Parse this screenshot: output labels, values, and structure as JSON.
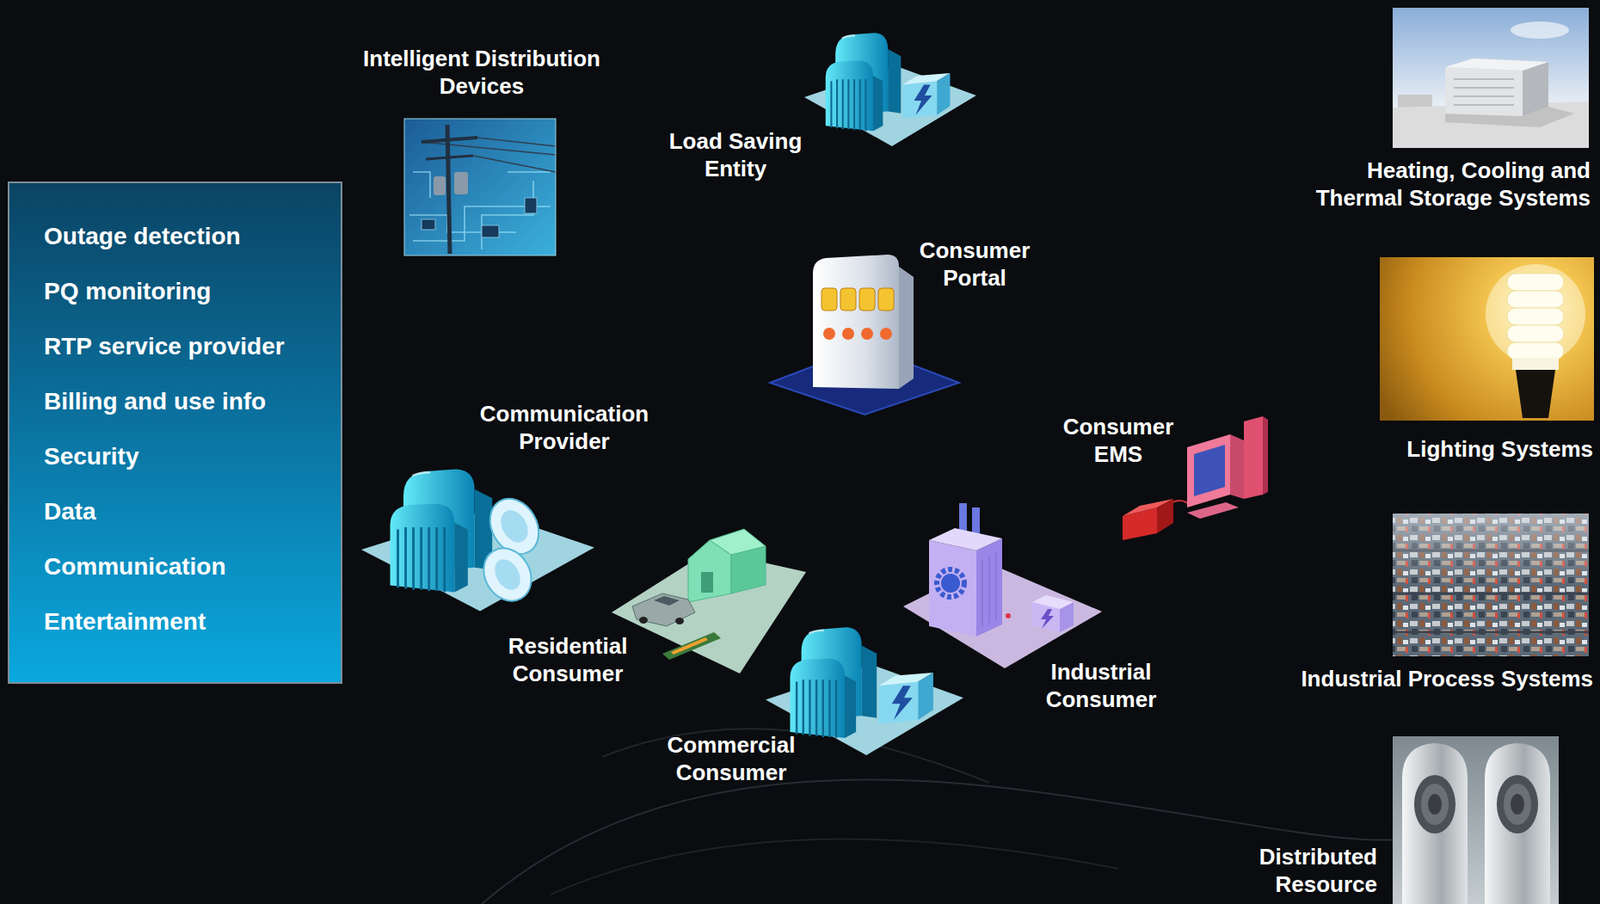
{
  "diagram": {
    "nodes": [
      {
        "text": [
          "Outage detection",
          "PQ monitoring",
          "RTP service provider",
          "Billing and use info",
          "Security",
          "Data",
          "Communication",
          "Entertainment"
        ]
      },
      {
        "text": [
          "Intelligent Distribution Devices"
        ]
      },
      {
        "text": [
          "Load Saving Entity"
        ]
      },
      {
        "text": [
          "Consumer Portal"
        ]
      },
      {
        "text": [
          "Heating, Cooling and Thermal Storage Systems"
        ]
      },
      {
        "text": [
          "Lighting Systems"
        ]
      },
      {
        "text": [
          "Communication Provider"
        ]
      },
      {
        "text": [
          "Consumer EMS"
        ]
      },
      {
        "text": [
          "Residential Consumer"
        ]
      },
      {
        "text": [
          "Industrial Consumer"
        ]
      },
      {
        "text": [
          "Commercial Consumer"
        ]
      },
      {
        "text": [
          "Industrial Process Systems"
        ]
      },
      {
        "text": [
          "Distributed Resource"
        ]
      }
    ],
    "edges": [
      {
        "from": 1,
        "to": 3,
        "arrow": "none"
      },
      {
        "from": 1,
        "to": 3,
        "arrow": "none"
      },
      {
        "from": 2,
        "to": 3,
        "arrow": "none"
      },
      {
        "from": 6,
        "to": 3,
        "arrow": "none"
      },
      {
        "from": 3,
        "to": 7,
        "arrow": "none"
      },
      {
        "from": 3,
        "to": 8,
        "arrow": "none"
      },
      {
        "from": 3,
        "to": 9,
        "arrow": "none"
      },
      {
        "from": 3,
        "to": 10,
        "arrow": "none"
      },
      {
        "from": 3,
        "to": 8,
        "arrow": "none"
      },
      {
        "from": 3,
        "to": 9,
        "arrow": "none"
      },
      {
        "from": 3,
        "to": 10,
        "arrow": "none"
      },
      {
        "from": 7,
        "to": 4,
        "arrow": "none"
      },
      {
        "from": 7,
        "to": 5,
        "arrow": "none"
      },
      {
        "from": 7,
        "to": 11,
        "arrow": "none"
      },
      {
        "from": 7,
        "to": 12,
        "arrow": "none"
      }
    ]
  }
}
